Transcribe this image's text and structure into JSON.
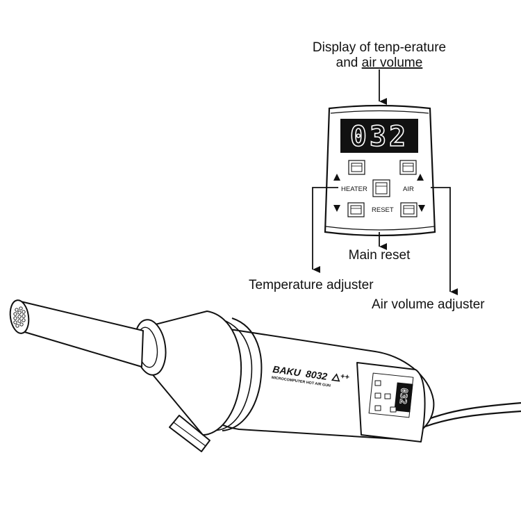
{
  "labels": {
    "display_line1": "Display of tenp-erature",
    "display_line2_a": "and ",
    "display_line2_b": "air volume",
    "main_reset": "Main  reset",
    "temperature_adjuster": "Temperature adjuster",
    "air_volume_adjuster": "Air volume adjuster"
  },
  "panel": {
    "display_value": "032",
    "heater_label": "HEATER",
    "air_label": "AIR",
    "reset_label": "RESET"
  },
  "device": {
    "brand": "BAKU",
    "model": "8032",
    "model_suffix": "++",
    "subtitle": "MICROCOMPUTER HOT AIR GUN",
    "mini_display_value": "032"
  },
  "colors": {
    "line": "#111111",
    "display_bg": "#111111",
    "display_text": "#ffffff"
  }
}
